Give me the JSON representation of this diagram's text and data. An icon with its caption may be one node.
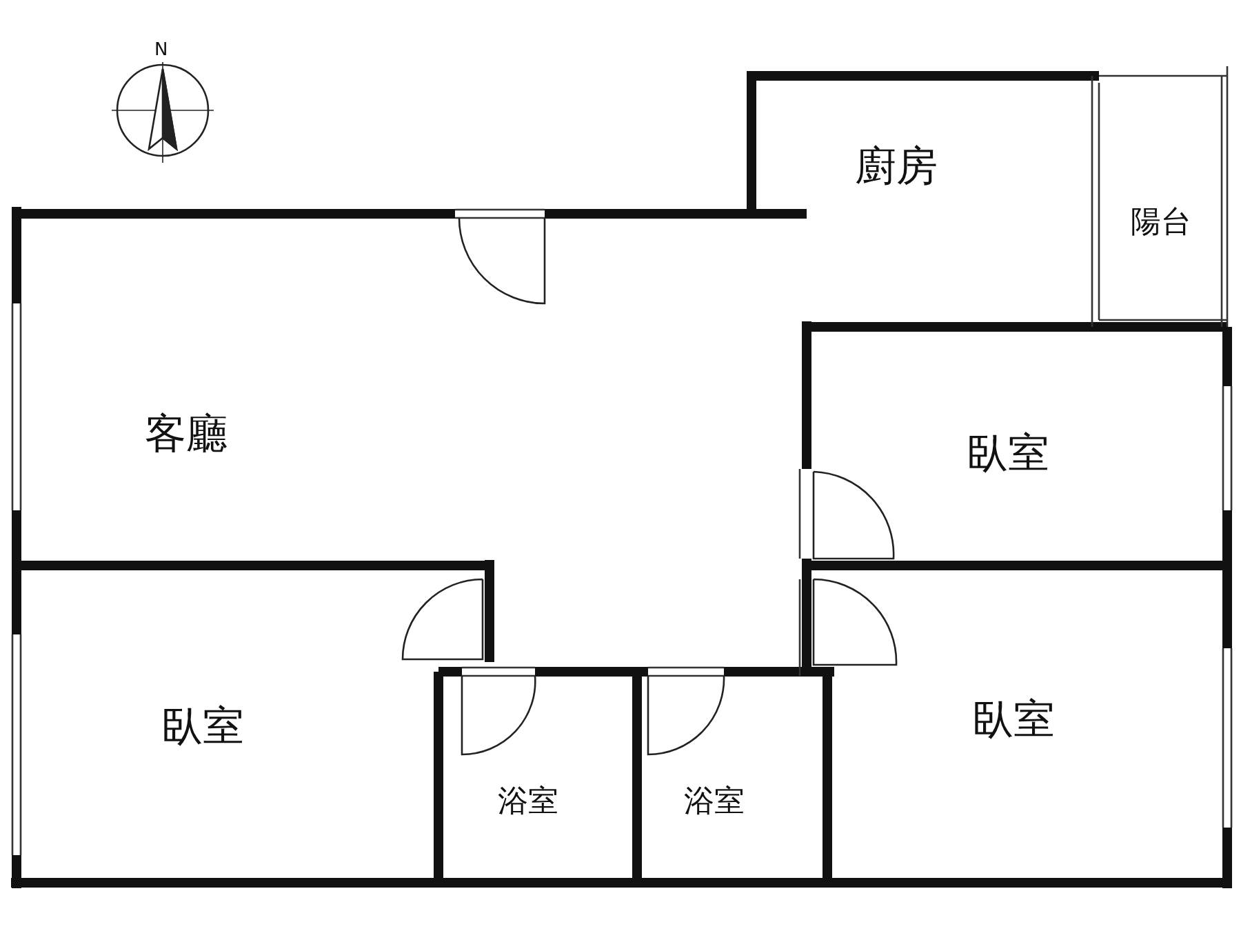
{
  "diagram": {
    "nodes": [
      {
        "text": [
          "廚房"
        ]
      },
      {
        "text": [
          "陽台"
        ]
      },
      {
        "text": [
          "客廳"
        ]
      },
      {
        "text": [
          "臥室"
        ]
      },
      {
        "text": [
          "臥室"
        ]
      },
      {
        "text": [
          "浴室"
        ]
      },
      {
        "text": [
          "浴室"
        ]
      },
      {
        "text": [
          "臥室"
        ]
      }
    ],
    "labels": [
      "N"
    ]
  }
}
